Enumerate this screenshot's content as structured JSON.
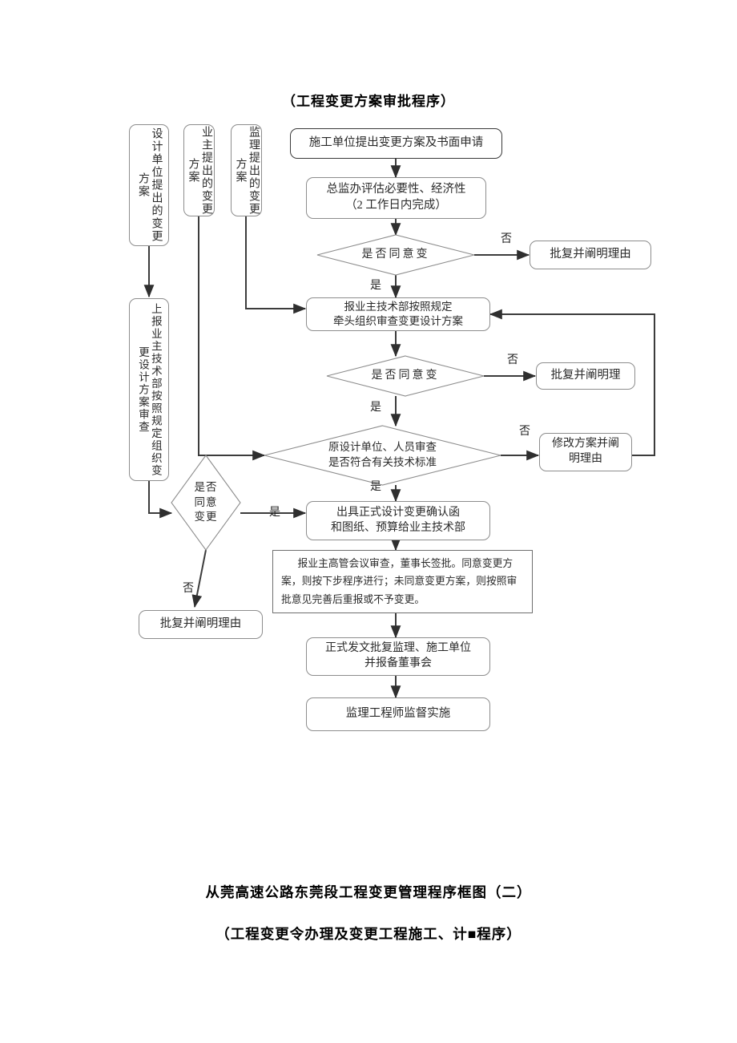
{
  "page": {
    "title_top": "（工程变更方案审批程序）",
    "title_bottom_1": "从莞高速公路东莞段工程变更管理程序框图（二）",
    "title_bottom_2": "（工程变更令办理及变更工程施工、计■程序）"
  },
  "colors": {
    "node_border": "#8d8d8d",
    "node_border_strong": "#3a3a3a",
    "wire": "#3c3c3c",
    "wire_light": "#8d8d8d",
    "text": "#2a2a2a",
    "background": "#ffffff"
  },
  "nodes": {
    "source_design": "设计单位提出的变更方案",
    "source_owner": "业主提出的变更方案",
    "source_supervisor": "监理提出的变更方案",
    "contractor_apply": "施工单位提出变更方案及书面申请",
    "chief_eval_l1": "总监办评估必要性、经济性",
    "chief_eval_l2": "（2 工作日内完成）",
    "report_tech_l1": "报业主技术部按照规定",
    "report_tech_l2": "牵头组织审查变更设计方案",
    "reply_reason_1": "批复并阐明理由",
    "reply_reason_2": "批复并阐明理",
    "modify_plan_l1": "修改方案并阐",
    "modify_plan_l2": "明理由",
    "issue_confirm_l1": "出具正式设计变更确认函",
    "issue_confirm_l2": "和图纸、预算给业主技术部",
    "board_review": "报业主高管会议审查，董事长签批。同意变更方案，则按下步程序进行；未同意变更方案，则按照审批意见完善后重报或不予变更。",
    "official_reply_l1": "正式发文批复监理、施工单位",
    "official_reply_l2": "并报备董事会",
    "supervise": "监理工程师监督实施",
    "left_report_tech": "上报业主技术部按照规定组织变更设计方案审查",
    "reply_reason_left": "批复并阐明理由"
  },
  "decisions": {
    "agree_change_1": "是否同意变",
    "agree_change_2": "是否同意变",
    "standard_check_l1": "原设计单位、人员审查",
    "standard_check_l2": "是否符合有关技术标准",
    "agree_change_left_l1": "是否",
    "agree_change_left_l2": "同意",
    "agree_change_left_l3": "变更"
  },
  "edge_labels": {
    "no_1": "否",
    "yes_1": "是",
    "no_2": "否",
    "yes_2": "是",
    "no_3": "否",
    "yes_3": "是",
    "yes_left": "是",
    "no_left": "否"
  }
}
